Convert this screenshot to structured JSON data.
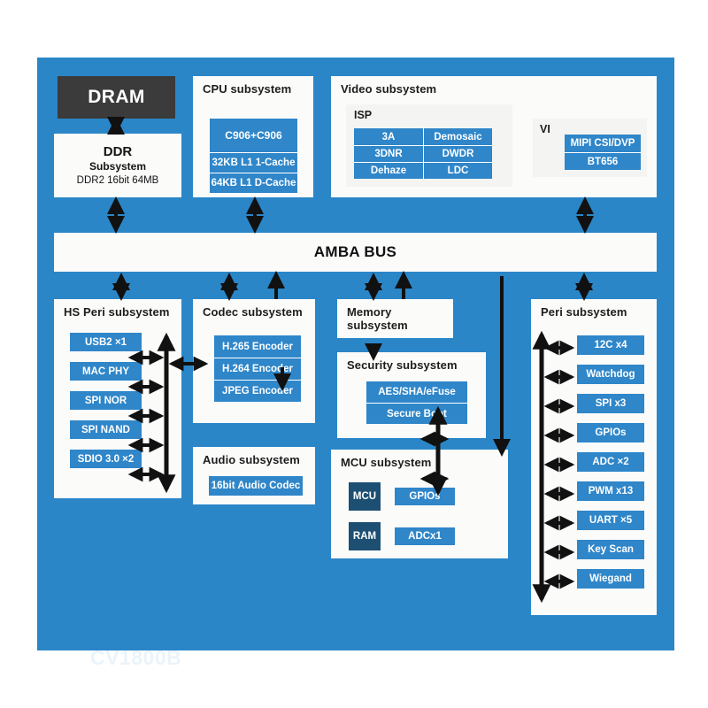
{
  "diagram": {
    "title": "CV1800B",
    "bus_label": "AMBA BUS",
    "colors": {
      "panel_blue": "#2b86c8",
      "block_blue": "#2f86c9",
      "card_white": "#fbfbfa",
      "dram_dark": "#3b3b3b",
      "mcu_navy": "#1d4f73",
      "arrow_black": "#111111",
      "text_dark": "#1d1d1d"
    }
  },
  "dram": {
    "label": "DRAM"
  },
  "ddr": {
    "line1": "DDR",
    "line2": "Subsystem",
    "line3": "DDR2 16bit 64MB"
  },
  "cpu": {
    "title": "CPU subsystem",
    "blocks": [
      {
        "label": "C906+C906"
      },
      {
        "label": "32KB L1 1-Cache"
      },
      {
        "label": "64KB L1 D-Cache"
      }
    ]
  },
  "video": {
    "title": "Video subsystem",
    "isp": {
      "title": "ISP",
      "rows": [
        {
          "left": "3A",
          "right": "Demosaic"
        },
        {
          "left": "3DNR",
          "right": "DWDR"
        },
        {
          "left": "Dehaze",
          "right": "LDC"
        }
      ]
    },
    "vi": {
      "title": "VI",
      "blocks": [
        {
          "label": "MIPI CSI/DVP"
        },
        {
          "label": "BT656"
        }
      ]
    }
  },
  "hs_peri": {
    "title": "HS Peri subsystem",
    "blocks": [
      {
        "label": "USB2 ×1"
      },
      {
        "label": "MAC PHY"
      },
      {
        "label": "SPI NOR"
      },
      {
        "label": "SPI NAND"
      },
      {
        "label": "SDIO 3.0 ×2"
      }
    ]
  },
  "codec": {
    "title": "Codec subsystem",
    "blocks": [
      {
        "label": "H.265 Encoder"
      },
      {
        "label": "H.264 Encoder"
      },
      {
        "label": "JPEG Encoder"
      }
    ]
  },
  "audio": {
    "title": "Audio subsystem",
    "blocks": [
      {
        "label": "16bit Audio Codec"
      }
    ]
  },
  "memory": {
    "title": "Memory\nsubsystem"
  },
  "security": {
    "title": "Security subsystem",
    "blocks": [
      {
        "label": "AES/SHA/eFuse"
      },
      {
        "label": "Secure Boot"
      }
    ]
  },
  "mcu": {
    "title": "MCU subsystem",
    "core_blocks": [
      {
        "label": "MCU"
      },
      {
        "label": "RAM"
      }
    ],
    "io_blocks": [
      {
        "label": "GPIOs"
      },
      {
        "label": "ADCx1"
      }
    ]
  },
  "peri": {
    "title": "Peri subsystem",
    "blocks": [
      {
        "label": "12C x4"
      },
      {
        "label": "Watchdog"
      },
      {
        "label": "SPI x3"
      },
      {
        "label": "GPIOs"
      },
      {
        "label": "ADC ×2"
      },
      {
        "label": "PWM x13"
      },
      {
        "label": "UART ×5"
      },
      {
        "label": "Key Scan"
      },
      {
        "label": "Wiegand"
      }
    ]
  }
}
